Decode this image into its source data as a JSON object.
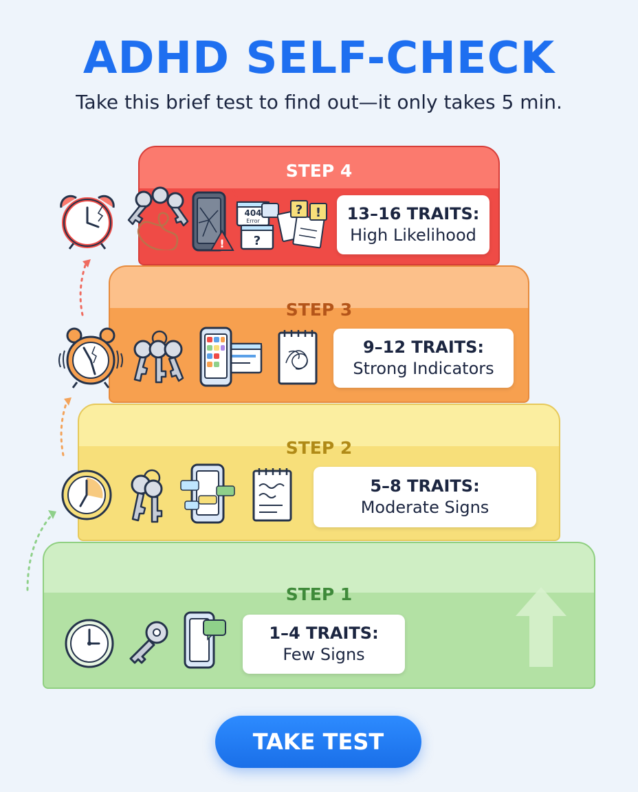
{
  "header": {
    "title": "ADHD SELF-CHECK",
    "subtitle": "Take this brief test to find out—it only takes 5 min."
  },
  "steps": [
    {
      "label": "STEP 1",
      "traits": "1–4 TRAITS:",
      "result": "Few Signs",
      "color": "#b3e1a4"
    },
    {
      "label": "STEP 2",
      "traits": "5–8 TRAITS:",
      "result": "Moderate Signs",
      "color": "#f7df7a"
    },
    {
      "label": "STEP 3",
      "traits": "9–12 TRAITS:",
      "result": "Strong Indicators",
      "color": "#f7a04f"
    },
    {
      "label": "STEP 4",
      "traits": "13–16 TRAITS:",
      "result": "High Likelihood",
      "color": "#ef4b46"
    }
  ],
  "step4_icons": {
    "error_code": "404",
    "error_word": "Error",
    "question_mark": "?"
  },
  "icons": [
    "clock-icon",
    "key-icon",
    "phone-icon",
    "notepad-icon",
    "alarm-clock-icon",
    "error-window-icon",
    "up-arrow-icon"
  ],
  "cta": {
    "label": "TAKE TEST",
    "color": "#1e6ff0"
  }
}
